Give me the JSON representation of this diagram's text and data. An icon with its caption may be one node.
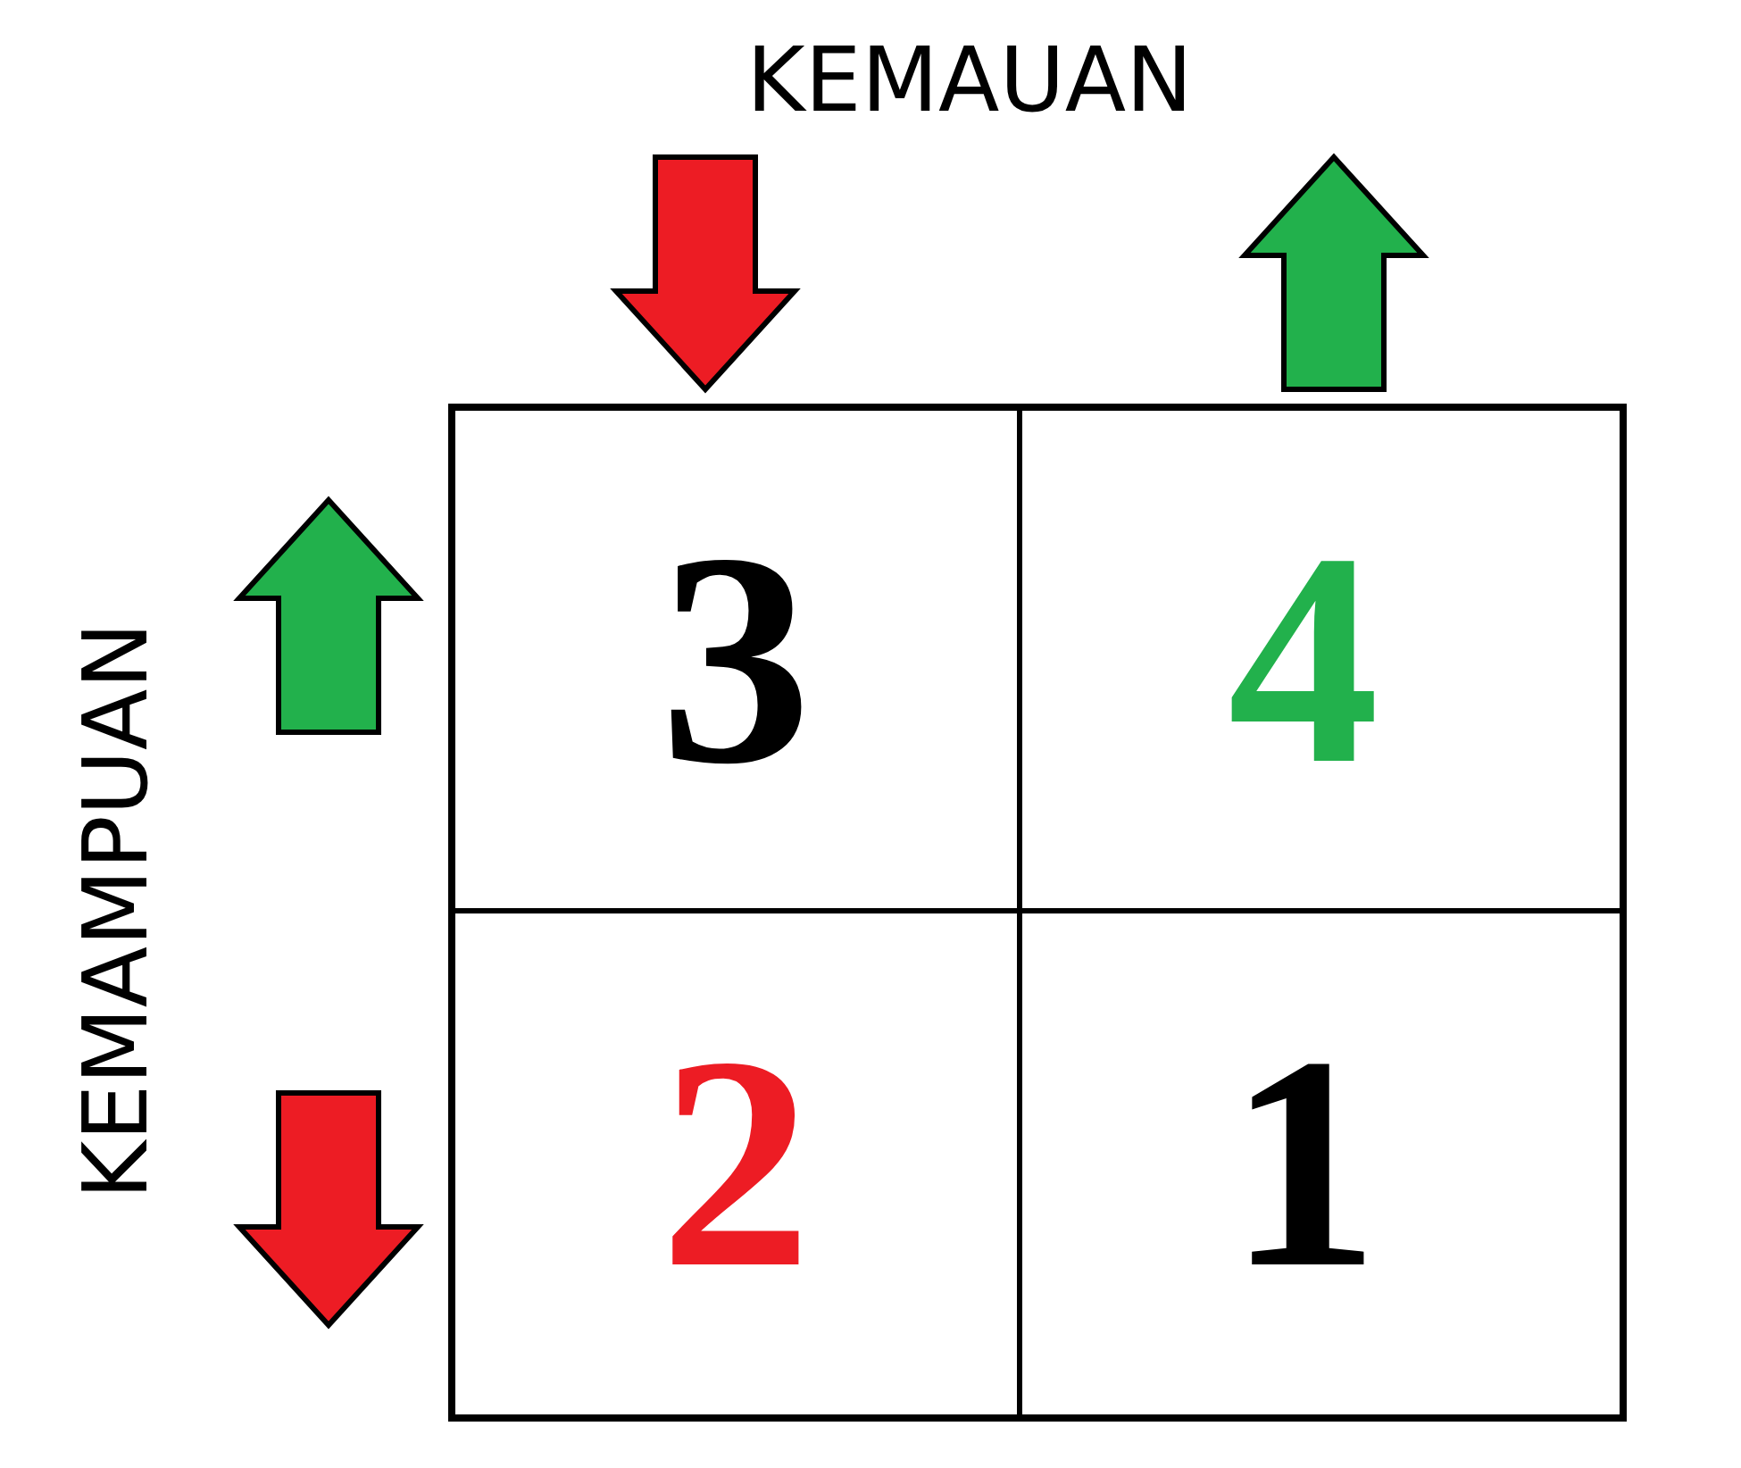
{
  "diagram": {
    "nodes": [
      {
        "text": [
          "3"
        ]
      },
      {
        "text": [
          "4"
        ]
      },
      {
        "text": [
          "2"
        ]
      },
      {
        "text": [
          "1"
        ]
      }
    ],
    "labels": [
      "KEMAUAN",
      "KEMAMPUAN"
    ]
  }
}
